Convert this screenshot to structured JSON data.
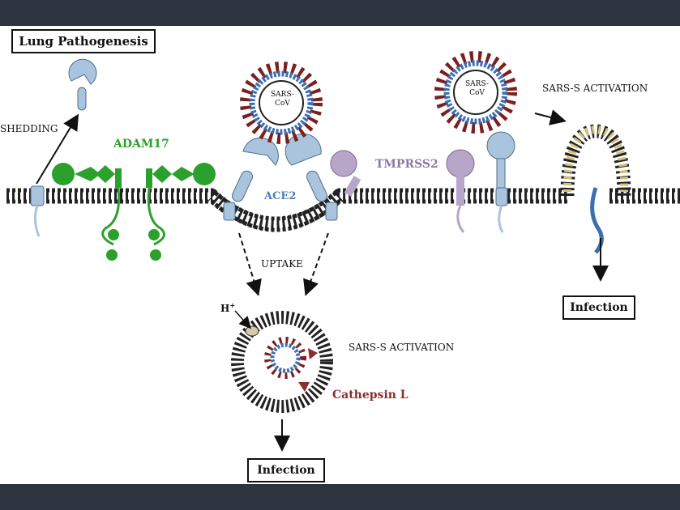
{
  "title": "Lung Pathogenesis",
  "labels": {
    "shedding": "SHEDDING",
    "adam17": "ADAM17",
    "ace2": "ACE2",
    "tmprss2": "TMPRSS2",
    "uptake": "UPTAKE",
    "sars_s_activation_right": "SARS-S ACTIVATION",
    "sars_s_activation_center": "SARS-S ACTIVATION",
    "cathepsin": "Cathepsin L",
    "h_plus": "H+",
    "virus_1_line1": "SARS-",
    "virus_1_line2": "CoV",
    "virus_2_line1": "SARS-",
    "virus_2_line2": "CoV",
    "infection_right": "Infection",
    "infection_bottom": "Infection"
  },
  "colors": {
    "membrane": "#1a1a1a",
    "receptor_blue": "#a9c4dc",
    "adam17_green": "#2ca02c",
    "tmprss2_purple": "#b8a6c9",
    "cathepsin_red": "#8b2e2e",
    "spike_red": "#7b1f1f",
    "spike_gold": "#d4c27a",
    "virus_ring_blue": "#3a6fb0"
  }
}
